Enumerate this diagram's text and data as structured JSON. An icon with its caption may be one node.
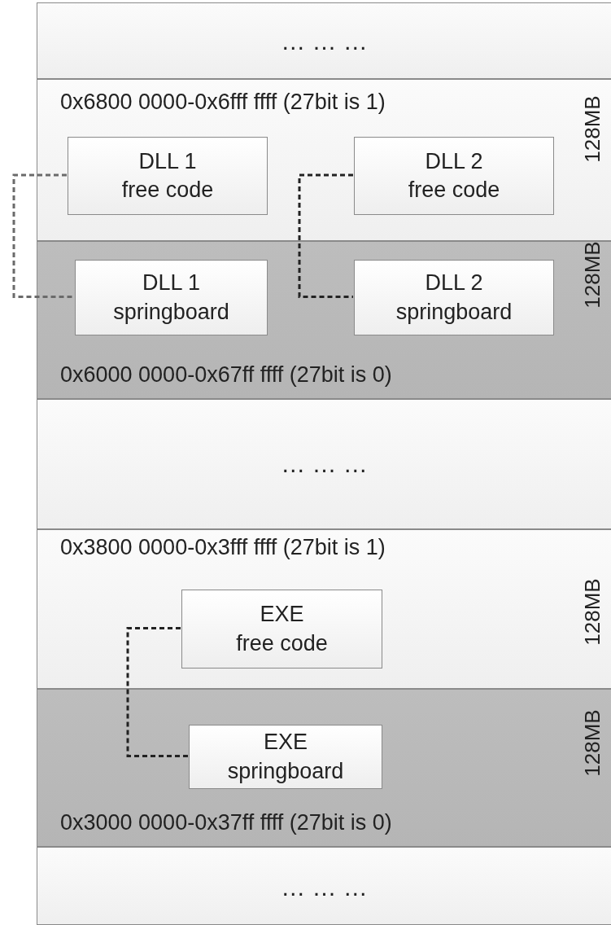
{
  "diagram": {
    "nodes": [
      {
        "text": [
          "… … …"
        ]
      },
      {
        "text": [
          "0x6800 0000-0x6fff ffff (27bit is 1)",
          "128MB"
        ]
      },
      {
        "text": [
          "DLL 1",
          "free code"
        ],
        "in": 1
      },
      {
        "text": [
          "DLL 2",
          "free code"
        ],
        "in": 1
      },
      {
        "text": [
          "0x6000 0000-0x67ff ffff (27bit is 0)",
          "128MB"
        ]
      },
      {
        "text": [
          "DLL 1",
          "springboard"
        ],
        "in": 4
      },
      {
        "text": [
          "DLL 2",
          "springboard"
        ],
        "in": 4
      },
      {
        "text": [
          "… … …"
        ]
      },
      {
        "text": [
          "0x3800 0000-0x3fff ffff (27bit is 1)",
          "128MB"
        ]
      },
      {
        "text": [
          "EXE",
          "free code"
        ],
        "in": 8
      },
      {
        "text": [
          "0x3000 0000-0x37ff ffff (27bit is 0)",
          "128MB"
        ]
      },
      {
        "text": [
          "EXE",
          "springboard"
        ],
        "in": 10
      },
      {
        "text": [
          "… … …"
        ]
      }
    ],
    "edges": [
      {
        "from": 2,
        "to": 5,
        "arrow": "none",
        "style": "dashed",
        "color": "#6a6a6a"
      },
      {
        "from": 3,
        "to": 6,
        "arrow": "none",
        "style": "dashed"
      },
      {
        "from": 9,
        "to": 11,
        "arrow": "none",
        "style": "dashed"
      }
    ]
  }
}
